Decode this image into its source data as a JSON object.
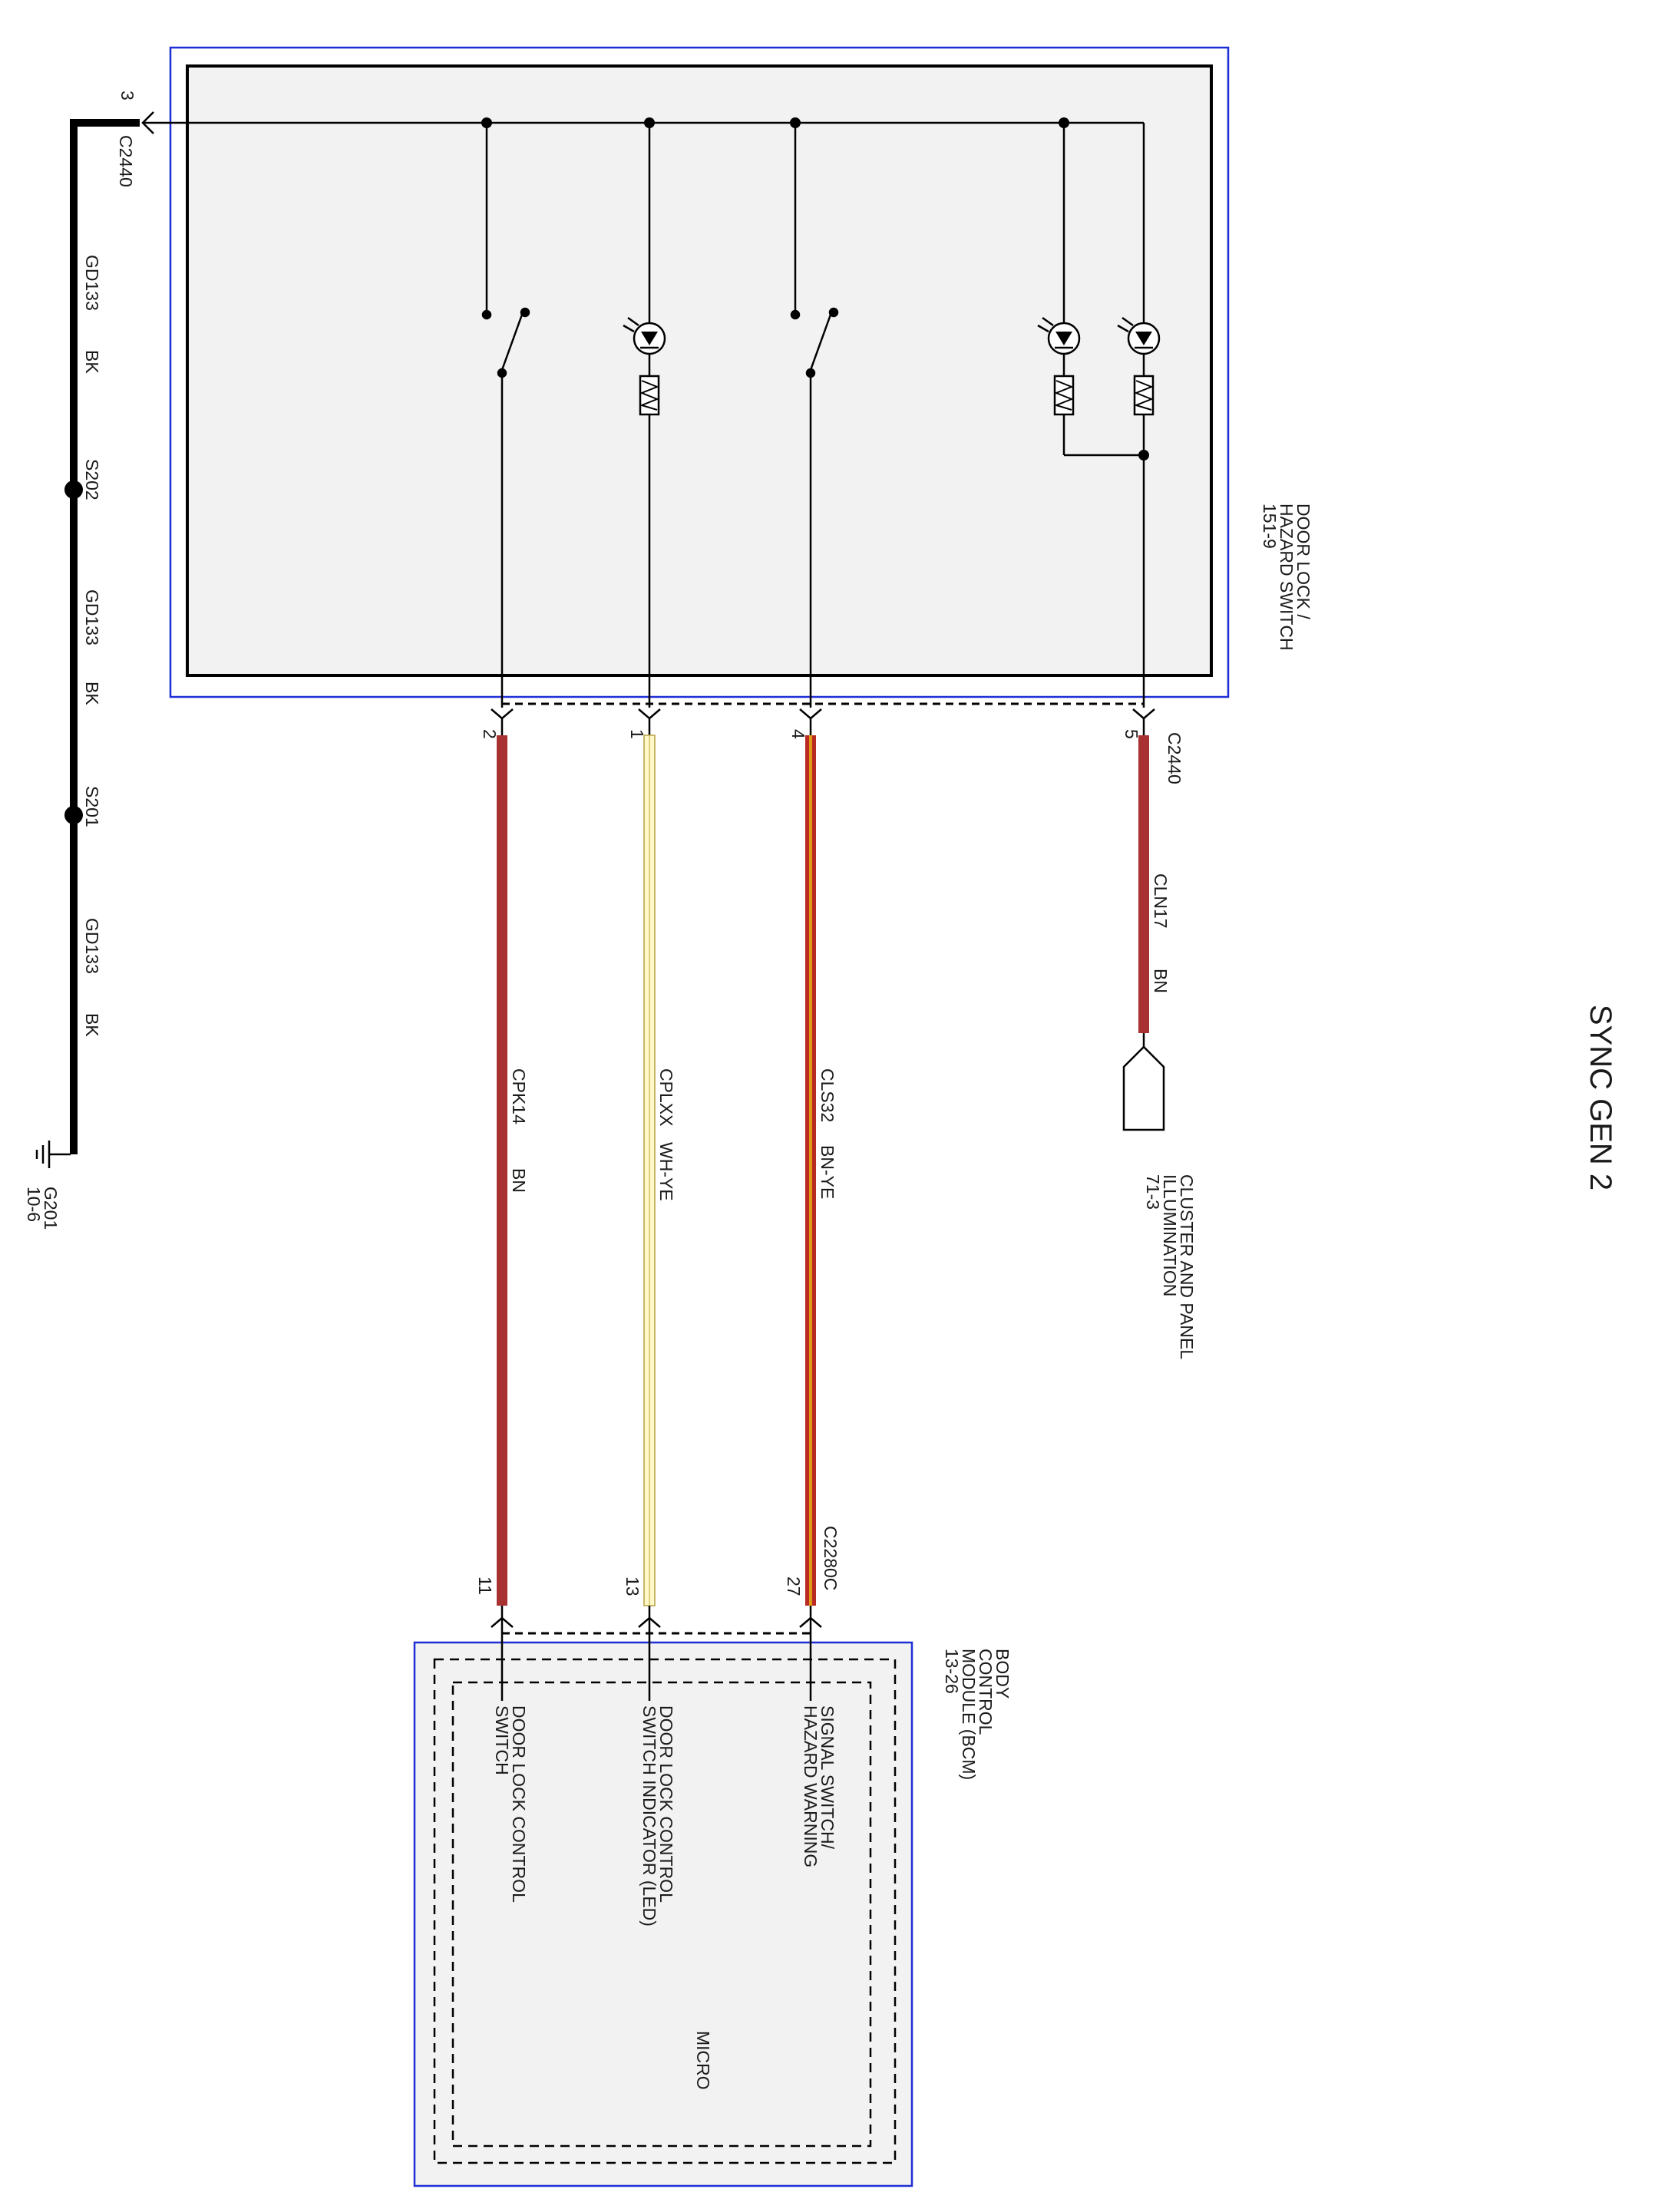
{
  "title": "SYNC GEN 2",
  "colors": {
    "module_border": "#1f2fd6",
    "module_fill": "#f2f2f2",
    "wire_bn": "#a83232",
    "wire_wh_ye": "#fff8c8",
    "wire_bn_ye_outer": "#b82a22",
    "wire_bn_ye_inner": "#e09a18",
    "ground_wire": "#000000"
  },
  "switch_module": {
    "name_line1": "DOOR LOCK /",
    "name_line2": "HAZARD SWITCH",
    "ref": "151-9"
  },
  "ground": {
    "top_pin": "3",
    "top_connector": "C2440",
    "segments": [
      {
        "circuit": "GD133",
        "color": "BK"
      },
      {
        "circuit": "GD133",
        "color": "BK"
      },
      {
        "circuit": "GD133",
        "color": "BK"
      }
    ],
    "splices": [
      "S202",
      "S201"
    ],
    "ground_point": "G201",
    "ground_ref": "10-6"
  },
  "wires": [
    {
      "pin_top": "2",
      "circuit": "CPK14",
      "color": "BN",
      "pin_bottom": "11"
    },
    {
      "pin_top": "1",
      "circuit": "CPLXX",
      "color": "WH-YE",
      "pin_bottom": "13"
    },
    {
      "pin_top": "4",
      "circuit": "CLS32",
      "color": "BN-YE",
      "pin_bottom": "27"
    },
    {
      "pin_top": "5",
      "circuit": "CLN17",
      "color": "BN"
    }
  ],
  "connectors": {
    "switch_side": "C2440",
    "bcm_side": "C2280C"
  },
  "cluster": {
    "line1": "CLUSTER AND PANEL",
    "line2": "ILLUMINATION",
    "ref": "71-3"
  },
  "bcm": {
    "line1": "BODY",
    "line2": "CONTROL",
    "line3": "MODULE (BCM)",
    "ref": "13-26",
    "micro": "MICRO",
    "fn_signal_1": "SIGNAL SWITCH/",
    "fn_signal_2": "HAZARD WARNING",
    "fn_led_1": "DOOR LOCK CONTROL",
    "fn_led_2": "SWITCH INDICATOR (LED)",
    "fn_switch_1": "DOOR LOCK CONTROL",
    "fn_switch_2": "SWITCH"
  }
}
